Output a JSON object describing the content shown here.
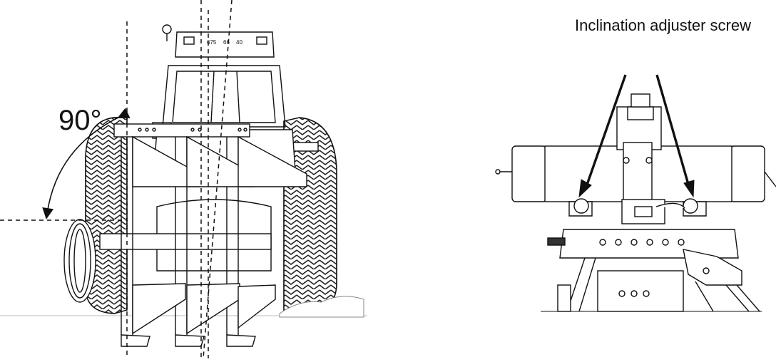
{
  "diagram": {
    "angle_label": "90°",
    "callout_label": "Inclination adjuster screw",
    "plate_labels": [
      "675",
      "66",
      "40"
    ]
  },
  "colors": {
    "line": "#111111",
    "paper": "#ffffff",
    "tread": "#222222",
    "ground": "#bbbbbb"
  }
}
